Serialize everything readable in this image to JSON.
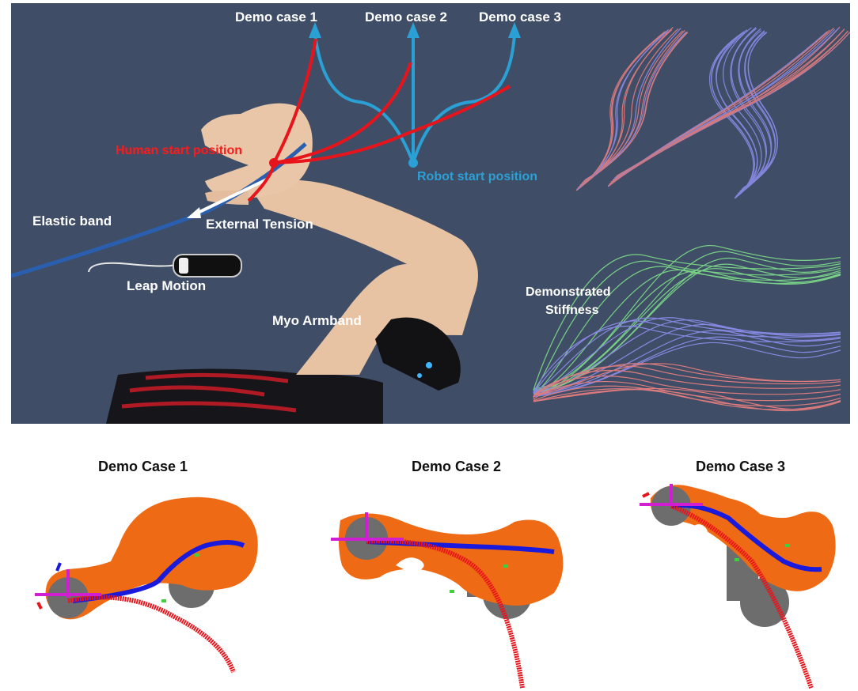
{
  "top_panel": {
    "demo_labels": [
      "Demo case 1",
      "Demo case 2",
      "Demo case 3"
    ],
    "human_start": "Human start position",
    "robot_start": "Robot start position",
    "elastic_band": "Elastic band",
    "external_tension": "External Tension",
    "leap_motion": "Leap Motion",
    "myo_armband": "Myo Armband",
    "stiffness_line1": "Demonstrated",
    "stiffness_line2": "Stiffness"
  },
  "bottom_panel": {
    "case_titles": [
      "Demo Case 1",
      "Demo Case 2",
      "Demo Case 3"
    ]
  },
  "colors": {
    "background_top": "#3f4e66",
    "human_path": "#e8141c",
    "robot_path": "#2aa0d4",
    "robot_link": "#ef6a14",
    "robot_base": "#6d6d6d",
    "end_effector_path": "#1a1adc",
    "frame_axis": "#d21ed2",
    "stiffness_green": "#7fe08a",
    "stiffness_blue": "#8f8ff0",
    "stiffness_red": "#ef8080"
  }
}
